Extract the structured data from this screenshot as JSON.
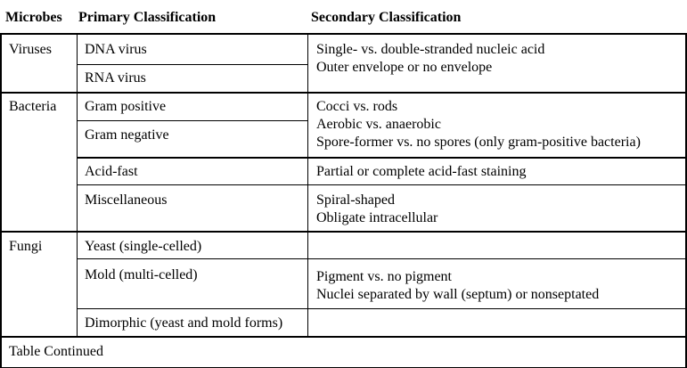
{
  "headers": {
    "microbes": "Microbes",
    "primary": "Primary Classification",
    "secondary": "Secondary Classification"
  },
  "rows": {
    "viruses": {
      "microbe": "Viruses",
      "primary": [
        "DNA virus",
        "RNA virus"
      ],
      "secondary": [
        "Single- vs. double-stranded nucleic acid",
        "Outer envelope or no envelope"
      ]
    },
    "bacteria": {
      "microbe": "Bacteria",
      "primary_1": [
        "Gram positive",
        "Gram negative"
      ],
      "secondary_1": [
        "Cocci vs. rods",
        "Aerobic vs. anaerobic",
        "Spore-former vs. no spores (only gram-positive bacteria)"
      ],
      "primary_2": "Acid-fast",
      "secondary_2": "Partial or complete acid-fast staining",
      "primary_3": "Miscellaneous",
      "secondary_3": [
        "Spiral-shaped",
        "Obligate intracellular"
      ]
    },
    "fungi": {
      "microbe": "Fungi",
      "primary_1": "Yeast (single-celled)",
      "secondary_1": "",
      "primary_2": "Mold (multi-celled)",
      "secondary_2": [
        "Pigment vs. no pigment",
        "Nuclei separated by wall (septum) or nonseptated"
      ],
      "primary_3": "Dimorphic (yeast and mold forms)",
      "secondary_3": ""
    }
  },
  "footer": "Table Continued"
}
